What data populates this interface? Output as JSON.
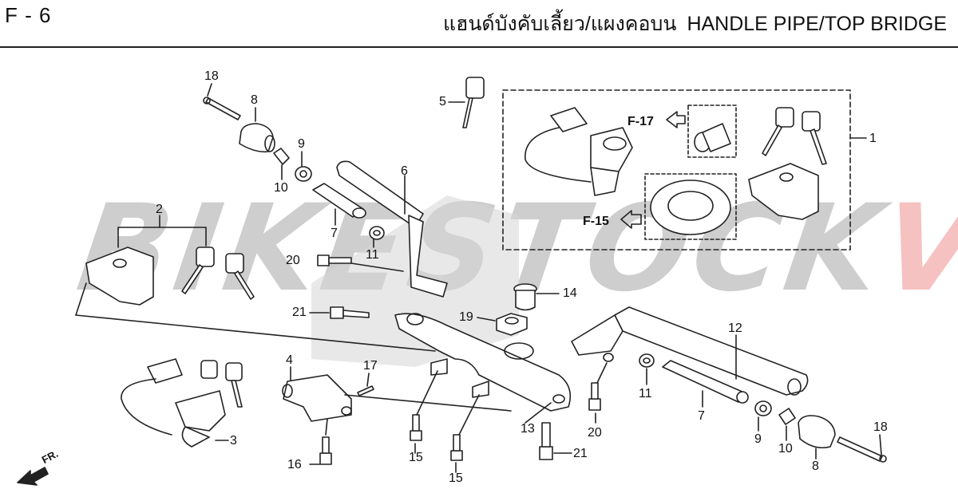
{
  "header": {
    "code": "F - 6",
    "title_thai": "แฮนด์บังคับเลี้ยว/แผงคอบน",
    "title_en": "HANDLE PIPE/TOP BRIDGE"
  },
  "watermark": {
    "part_a": "BIKESTOCK",
    "part_b": "VN",
    "color_a": "#a7a7a7",
    "color_b": "#f08f8f"
  },
  "refs": {
    "f17": "F-17",
    "f15": "F-15"
  },
  "direction": {
    "label": "FR."
  },
  "parts": [
    "18",
    "8",
    "9",
    "10",
    "5",
    "6",
    "7",
    "11",
    "20",
    "2",
    "21",
    "14",
    "19",
    "12",
    "4",
    "17",
    "3",
    "16",
    "15",
    "13",
    "1"
  ]
}
